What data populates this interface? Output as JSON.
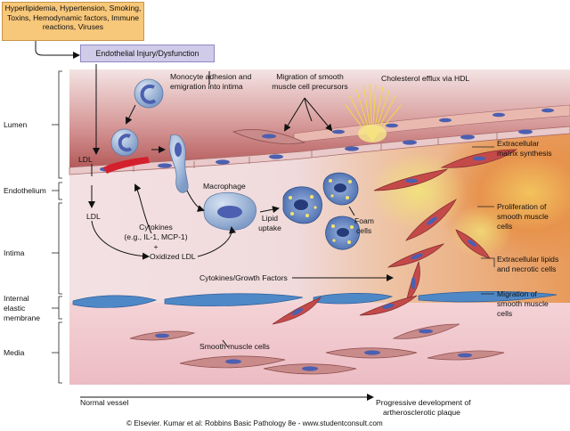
{
  "boxes": {
    "risk_factors": "Hyperlipidemia, Hypertension, Smoking, Toxins, Hemodynamic factors, Immune reactions, Viruses",
    "injury": "Endothelial Injury/Dysfunction"
  },
  "layers": {
    "lumen": "Lumen",
    "endothelium": "Endothelium",
    "intima": "Intima",
    "iem_line1": "Internal",
    "iem_line2": "elastic",
    "iem_line3": "membrane",
    "media": "Media"
  },
  "labels": {
    "monocyte_1": "Monocyte adhesion and",
    "monocyte_2": "emigration into intima",
    "migration_precursors_1": "Migration of smooth",
    "migration_precursors_2": "muscle cell precursors",
    "cholesterol_efflux": "Cholesterol efflux via HDL",
    "ecm_1": "Extracellular",
    "ecm_2": "matrix synthesis",
    "ldl_top": "LDL",
    "ldl_mid": "LDL",
    "macrophage": "Macrophage",
    "lipid_uptake_1": "Lipid",
    "lipid_uptake_2": "uptake",
    "foam_cells_1": "Foam",
    "foam_cells_2": "cells",
    "cytokines_1": "Cytokines",
    "cytokines_2": "(e.g., IL-1, MCP-1)",
    "cytokines_3": "+",
    "oxidized_ldl": "Oxidized LDL",
    "proliferation_1": "Proliferation of",
    "proliferation_2": "smooth muscle",
    "proliferation_3": "cells",
    "cytokines_growth": "Cytokines/Growth Factors",
    "lipids_necrotic_1": "Extracellular lipids",
    "lipids_necrotic_2": "and necrotic cells",
    "migration_smc_1": "Migration of",
    "migration_smc_2": "smooth muscle",
    "migration_smc_3": "cells",
    "smooth_muscle_cells": "Smooth muscle cells"
  },
  "timeline": {
    "start": "Normal vessel",
    "end_1": "Progressive development of",
    "end_2": "artherosclerotic plaque"
  },
  "footer": "© Elsevier. Kumar et al: Robbins Basic Pathology 8e - www.studentconsult.com",
  "colors": {
    "risk_box": "#f7c77a",
    "injury_box": "#cfcbe8",
    "lumen": "#c46a6a",
    "intima": "#f2dcdc",
    "elastic_membrane": "#4f88c6",
    "media": "#f0c6cc",
    "plaque": "#e8a04a",
    "cell_nucleus": "#4c5fb0"
  }
}
